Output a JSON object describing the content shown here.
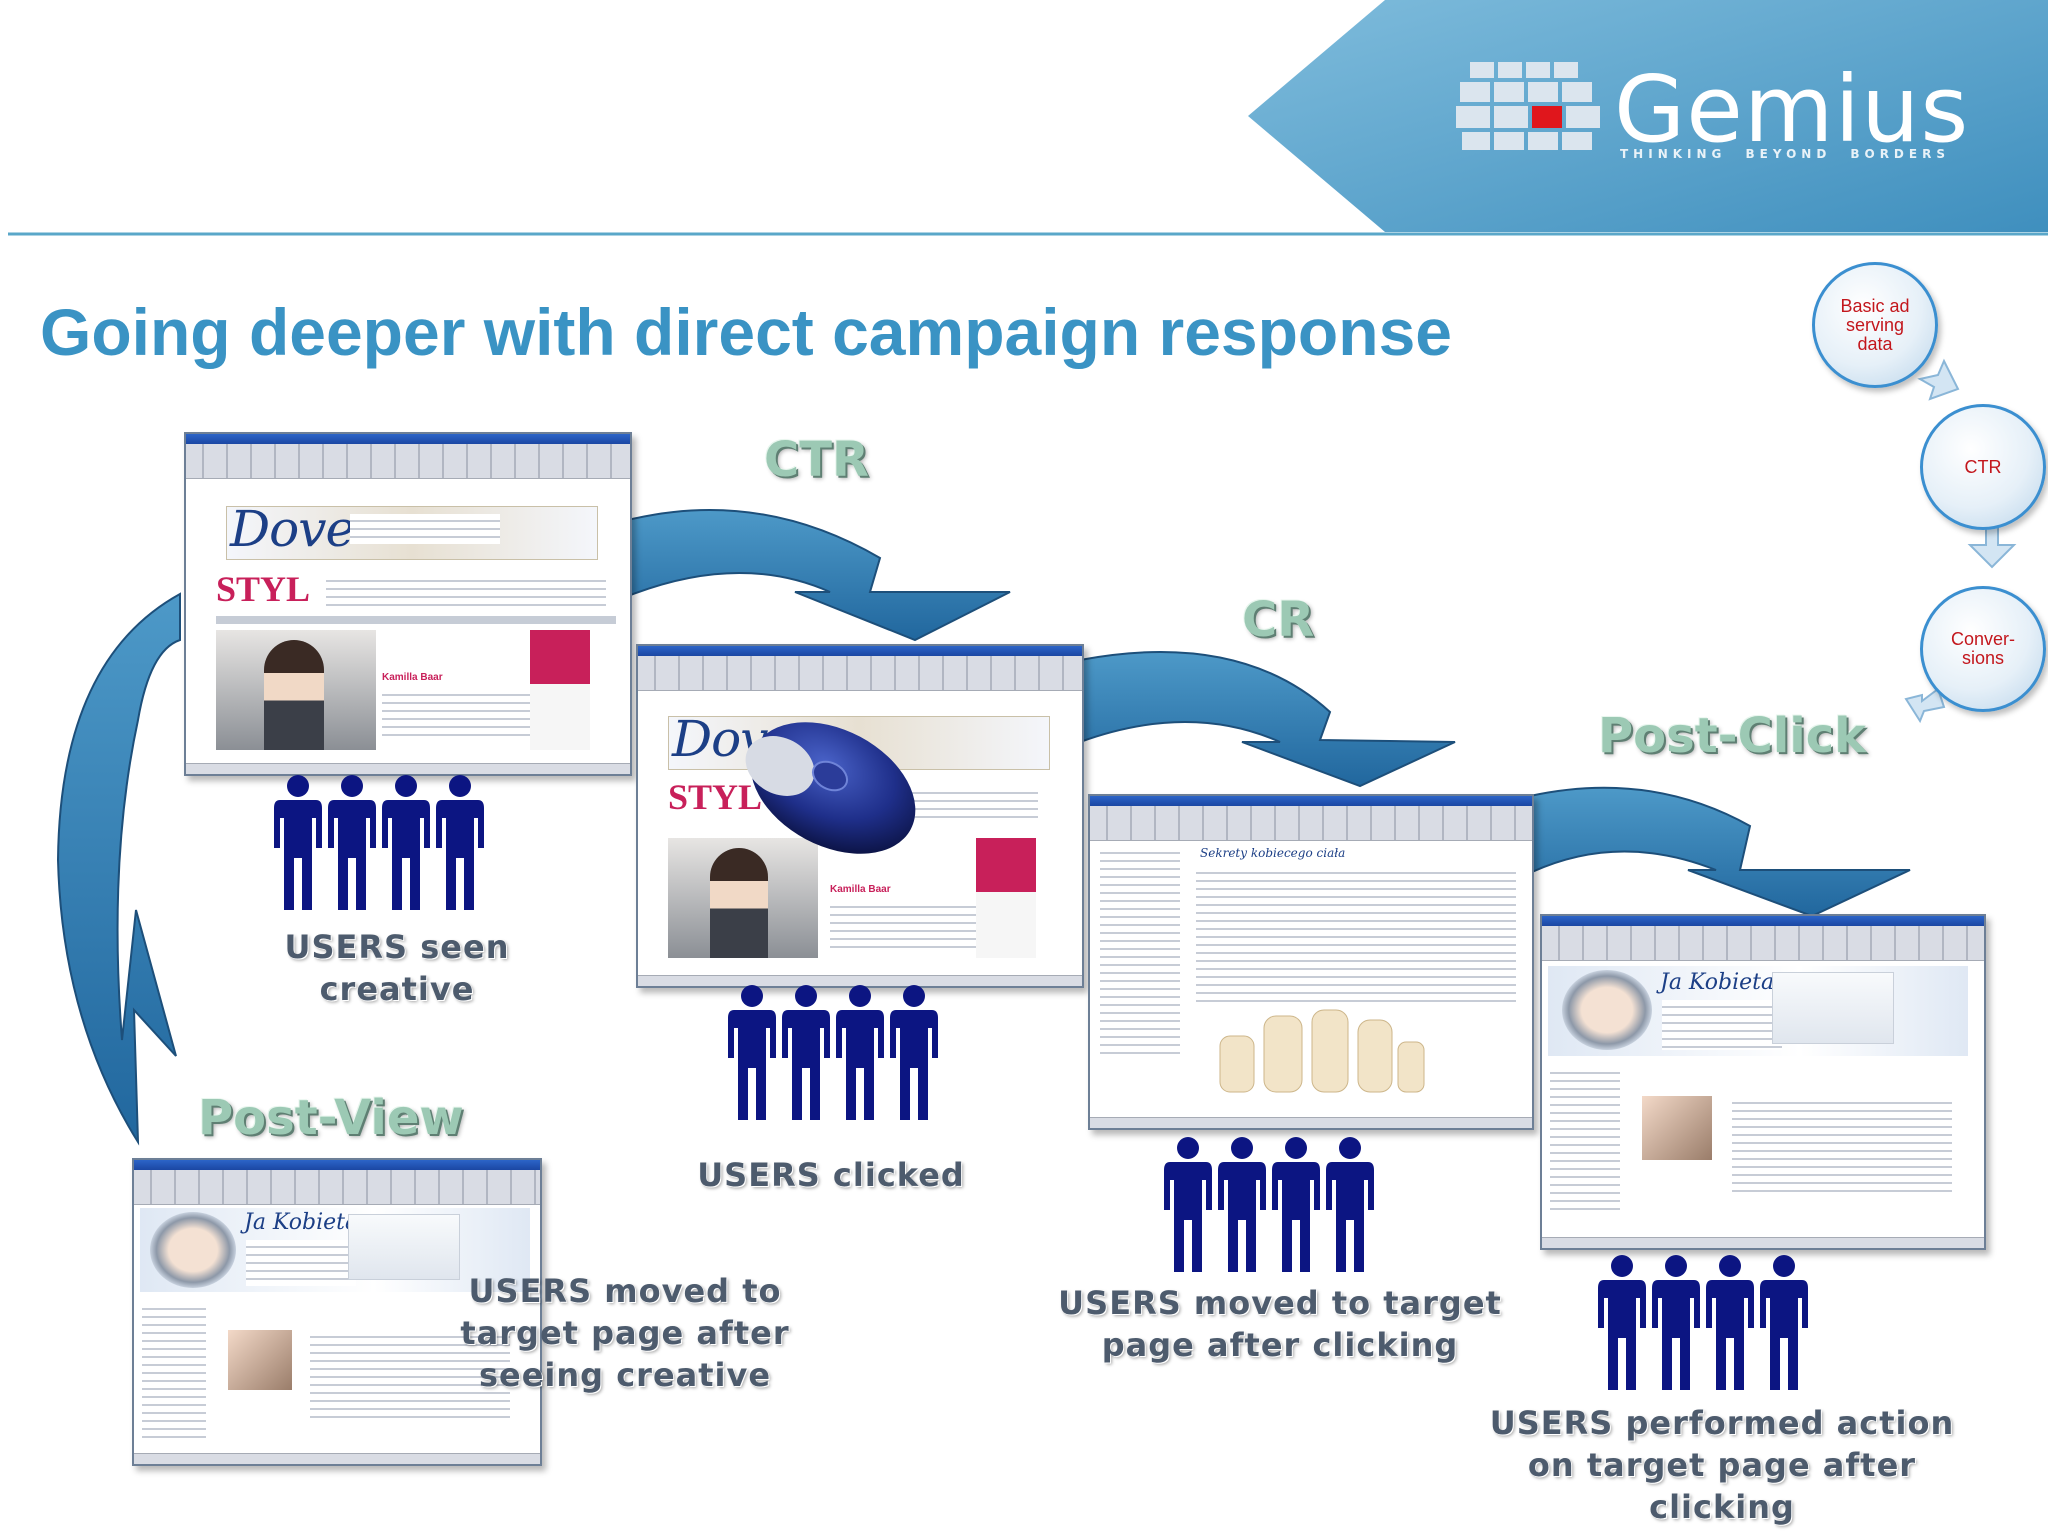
{
  "header": {
    "logo_word": "Gemius",
    "logo_tagline": [
      "THINKING",
      "BEYOND",
      "BORDERS"
    ]
  },
  "title": "Going deeper with direct campaign response",
  "side_nav": [
    {
      "lines": [
        "Basic ad",
        "serving",
        "data"
      ]
    },
    {
      "lines": [
        "CTR"
      ]
    },
    {
      "lines": [
        "Conver-",
        "sions"
      ]
    }
  ],
  "stages": {
    "ctr": "CTR",
    "cr": "CR",
    "post_click": "Post-Click",
    "post_view": "Post-View"
  },
  "captions": {
    "seen": "USERS seen\ncreative",
    "clicked": "USERS clicked",
    "moved_after_clicking": "USERS moved to target\npage after clicking",
    "moved_after_seeing": "USERS moved to\ntarget page after\nseeing creative",
    "performed_action": "USERS performed action\non target page after\nclicking"
  },
  "screens": {
    "dove": "Dove",
    "styl": "STYL",
    "kamilla": "Kamilla Baar",
    "kobieta": "Ja Kobieta",
    "dove_heading": "Sekrety kobiecego ciała"
  },
  "colors": {
    "header_band": "#5aa7d0",
    "title": "#3a93c4",
    "flow_arrow": "#3a82b5",
    "people": "#0c1582",
    "nav_text": "#c3171d"
  }
}
